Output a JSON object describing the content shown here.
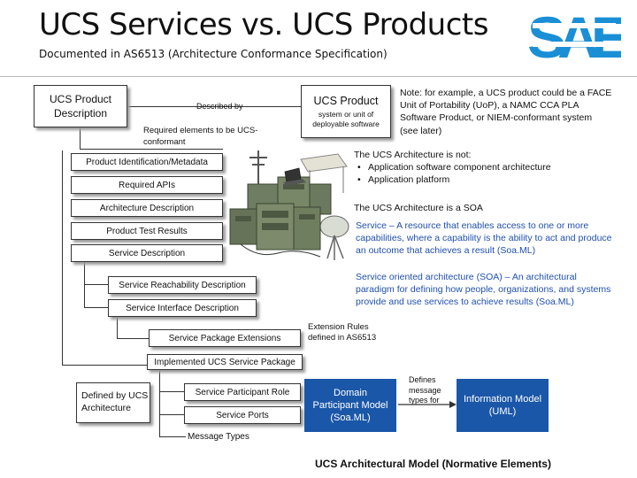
{
  "header": {
    "title": "UCS Services vs. UCS Products",
    "subtitle": "Documented in AS6513 (Architecture Conformance Specification)",
    "logo_text": "SAE"
  },
  "product_box": {
    "line1": "UCS Product",
    "line2": "Description"
  },
  "described_by": "Described by",
  "required_elements": "Required elements to be UCS-conformant",
  "ucs_product": {
    "title": "UCS Product",
    "caption": "system or unit of deployable software"
  },
  "note": "Note: for example, a UCS product could be a FACE Unit of Portability (UoP),  a NAMC CCA PLA Software Product, or NIEM-conformant system (see later)",
  "tree": {
    "items": [
      "Product Identification/Metadata",
      "Required APIs",
      "Architecture Description",
      "Product Test Results",
      "Service Description",
      "Service Reachability Description",
      "Service Interface Description",
      "Service Package Extensions",
      "Implemented UCS Service Package"
    ],
    "bottom": [
      "Service Participant Role",
      "Service Ports",
      "Message Types"
    ]
  },
  "not_list": {
    "heading": "The UCS Architecture is not:",
    "items": [
      "Application software component architecture",
      "Application platform"
    ]
  },
  "soa_heading": "The UCS Architecture is a SOA",
  "service_def": {
    "term": "Service",
    "text": " – A resource that enables access to one or more capabilities, where a capability is the ability to act and produce an outcome that achieves a result (Soa.ML)"
  },
  "soa_def": {
    "term": "Service oriented architecture (SOA)",
    "text": " – An architectural paradigm for defining how people, organizations, and systems provide and use services to achieve results (Soa.ML)"
  },
  "extension_rules": "Extension Rules defined in AS6513",
  "defined_by": "Defined by UCS Architecture",
  "domain_box": "Domain Participant Model (Soa.ML)",
  "defines_label": "Defines message types for",
  "info_box": "Information Model (UML)",
  "footer_caption": "UCS Architectural Model (Normative Elements)",
  "colors": {
    "accent_blue": "#1b57a8",
    "definition_blue": "#1f4fb0"
  }
}
